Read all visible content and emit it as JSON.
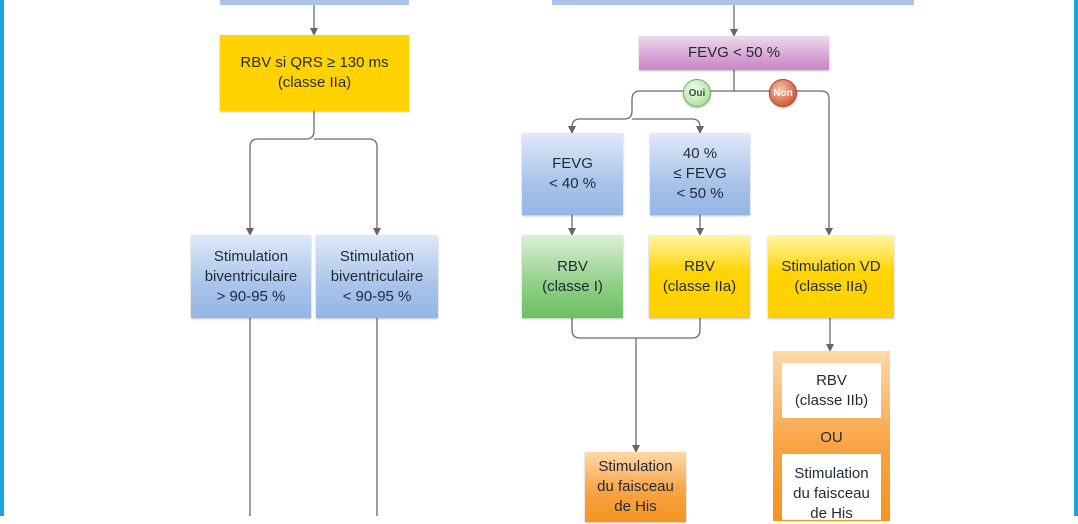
{
  "boxes": {
    "rbv_qrs": [
      "RBV si QRS ≥ 130 ms",
      "(classe IIa)"
    ],
    "stim_biv_gt": [
      "Stimulation",
      "biventriculaire",
      "> 90-95 %"
    ],
    "stim_biv_lt": [
      "Stimulation",
      "biventriculaire",
      "< 90-95 %"
    ],
    "fevg_50": [
      "FEVG < 50 %"
    ],
    "fevg_40": [
      "FEVG",
      "< 40 %"
    ],
    "fevg_40_50": [
      "40 %",
      "≤ FEVG",
      "< 50 %"
    ],
    "rbv_classe_i": [
      "RBV",
      "(classe I)"
    ],
    "rbv_classe_iia": [
      "RBV",
      "(classe IIa)"
    ],
    "stim_vd": [
      "Stimulation VD",
      "(classe IIa)"
    ],
    "stim_his_left": [
      "Stimulation",
      "du faisceau",
      "de His"
    ],
    "rbv_classe_iib": [
      "RBV",
      "(classe IIb)"
    ],
    "ou": "OU",
    "stim_his_right": [
      "Stimulation",
      "du faisceau",
      "de His"
    ]
  },
  "badges": {
    "oui": "Oui",
    "non": "Non"
  },
  "colors": {
    "frame": "#1aa3d9",
    "yellow": "#ffd200",
    "blue": "#a9c4ea",
    "green": "#6dbf63",
    "violet": "#c886c5",
    "orange": "#f5941f",
    "connector": "#666666"
  }
}
